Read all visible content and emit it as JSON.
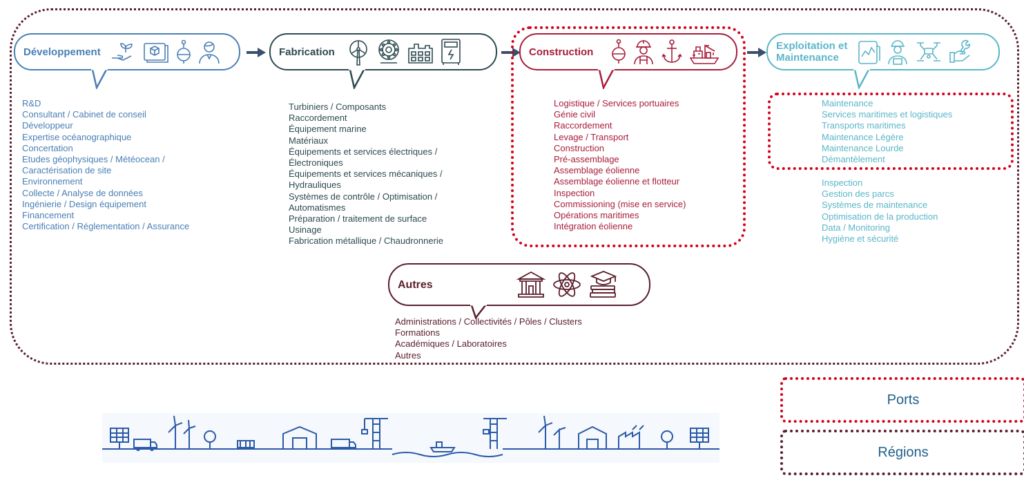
{
  "colors": {
    "developpement": "#4a7fb5",
    "fabrication": "#2e4a50",
    "construction": "#a81d3a",
    "exploitation": "#5bb6c8",
    "autres": "#5a1e2c",
    "red_dotted": "#d4001a",
    "legend_text": "#1f5f8b"
  },
  "stages": {
    "developpement": {
      "title": "Développement",
      "items": [
        "R&D",
        "Consultant / Cabinet de conseil",
        "Développeur",
        "Expertise océanographique",
        "Concertation",
        "Etudes géophysiques / Météocean /",
        "Caractérisation de site",
        "Environnement",
        "Collecte / Analyse de données",
        "Ingénierie / Design équipement",
        "Financement",
        "Certification / Réglementation / Assurance"
      ],
      "icons": [
        "hand-plant-icon",
        "blueprint-icon",
        "buoy-icon",
        "person-icon"
      ]
    },
    "fabrication": {
      "title": "Fabrication",
      "items": [
        "Turbiniers / Composants",
        "Raccordement",
        "Équipement marine",
        "Matériaux",
        "Équipements et services électriques /",
        "Électroniques",
        "Équipements et services mécaniques /",
        "Hydrauliques",
        "Systèmes de contrôle / Optimisation /",
        "Automatismes",
        "Préparation / traitement de surface",
        "Usinage",
        "Fabrication métallique / Chaudronnerie"
      ],
      "icons": [
        "wind-turbine-icon",
        "bearing-icon",
        "factory-icon",
        "electrical-cabinet-icon"
      ]
    },
    "construction": {
      "title": "Construction",
      "items": [
        "Logistique / Services portuaires",
        "Génie civil",
        "Raccordement",
        "Levage / Transport",
        "Construction",
        "Pré-assemblage",
        "Assemblage éolienne",
        "Assemblage éolienne et flotteur",
        "Inspection",
        "Commissioning (mise en service)",
        "Opérations maritimes",
        "Intégration éolienne"
      ],
      "icons": [
        "buoy-icon",
        "worker-icon",
        "anchor-icon",
        "ship-icon"
      ]
    },
    "exploitation": {
      "title_line1": "Exploitation et",
      "title_line2": "Maintenance",
      "items_boxed": [
        "Maintenance",
        "Services maritimes et logistiques",
        "Transports maritimes",
        "Maintenance Légère",
        "Maintenance Lourde",
        "Démantèlement"
      ],
      "items": [
        "Inspection",
        "Gestion des parcs",
        "Systèmes de maintenance",
        "Optimisation de la production",
        "Data / Monitoring",
        "Hygiène et sécurité"
      ],
      "icons": [
        "tablet-chart-icon",
        "technician-icon",
        "drone-icon",
        "hand-wrench-icon"
      ]
    },
    "autres": {
      "title": "Autres",
      "items": [
        "Administrations / Collectivités / Pôles / Clusters",
        "Formations",
        "Académiques / Laboratoires",
        "Autres"
      ],
      "icons": [
        "institution-icon",
        "atom-icon",
        "books-graduation-icon"
      ]
    }
  },
  "legend": {
    "ports": "Ports",
    "regions": "Régions"
  }
}
